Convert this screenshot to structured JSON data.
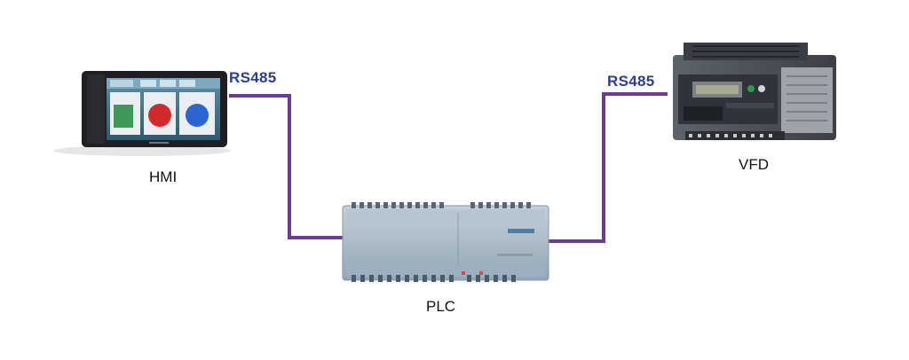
{
  "devices": {
    "hmi": {
      "label": "HMI"
    },
    "plc": {
      "label": "PLC"
    },
    "vfd": {
      "label": "VFD"
    }
  },
  "links": {
    "hmi_plc": {
      "label": "RS485"
    },
    "plc_vfd": {
      "label": "RS485"
    }
  },
  "colors": {
    "link": "#6f3a96",
    "link_label": "#2a3f8f",
    "plc_body": "#a9bac6",
    "vfd_body": "#4a4f56",
    "hmi_body": "#1e1f22"
  }
}
